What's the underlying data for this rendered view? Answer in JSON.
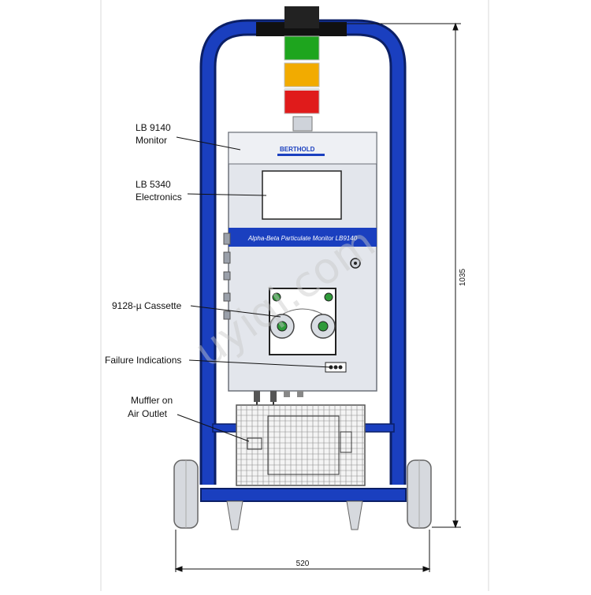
{
  "callouts": {
    "monitor_line1": "LB 9140",
    "monitor_line2": "Monitor",
    "electronics_line1": "LB 5340",
    "electronics_line2": "Electronics",
    "cassette": "9128-µ Cassette",
    "failure": "Failure Indications",
    "muffler_line1": "Muffler on",
    "muffler_line2": "Air Outlet"
  },
  "dimensions": {
    "height": "1035",
    "width": "520"
  },
  "device": {
    "banner": "Alpha-Beta Particulate Monitor LB9140",
    "brand": "BERTHOLD"
  },
  "watermark": "uyiqi.com",
  "colors": {
    "frame_blue": "#1133aa",
    "signal_green": "#1ea51e",
    "signal_amber": "#f2ab00",
    "signal_red": "#e01b1b",
    "panel_gray": "#e3e6ec"
  }
}
